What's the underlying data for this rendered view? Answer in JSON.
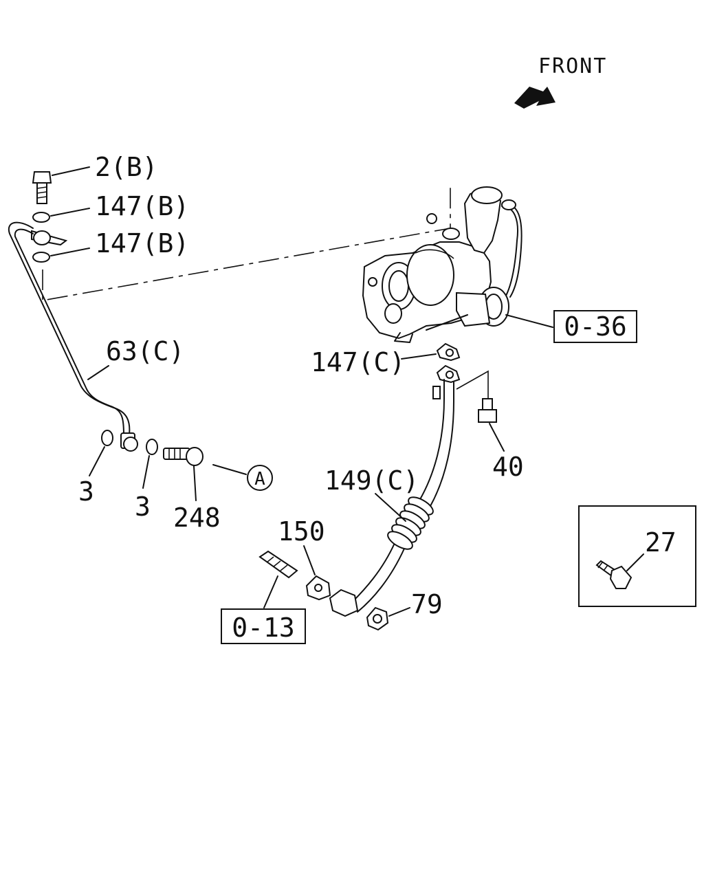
{
  "diagram": {
    "front_label": "FRONT",
    "labels": {
      "bolt_2b": "2(B)",
      "washer_147b_top": "147(B)",
      "washer_147b_bottom": "147(B)",
      "pipe_63c": "63(C)",
      "washer_3_left": "3",
      "washer_3_right": "3",
      "bolt_248": "248",
      "circle_a": "A",
      "gasket_147c": "147(C)",
      "pipe_149c": "149(C)",
      "bolt_40": "40",
      "gasket_150": "150",
      "nut_79": "79",
      "bolt_27": "27"
    },
    "refs": {
      "turbo": "0-36",
      "stud": "0-13"
    }
  }
}
